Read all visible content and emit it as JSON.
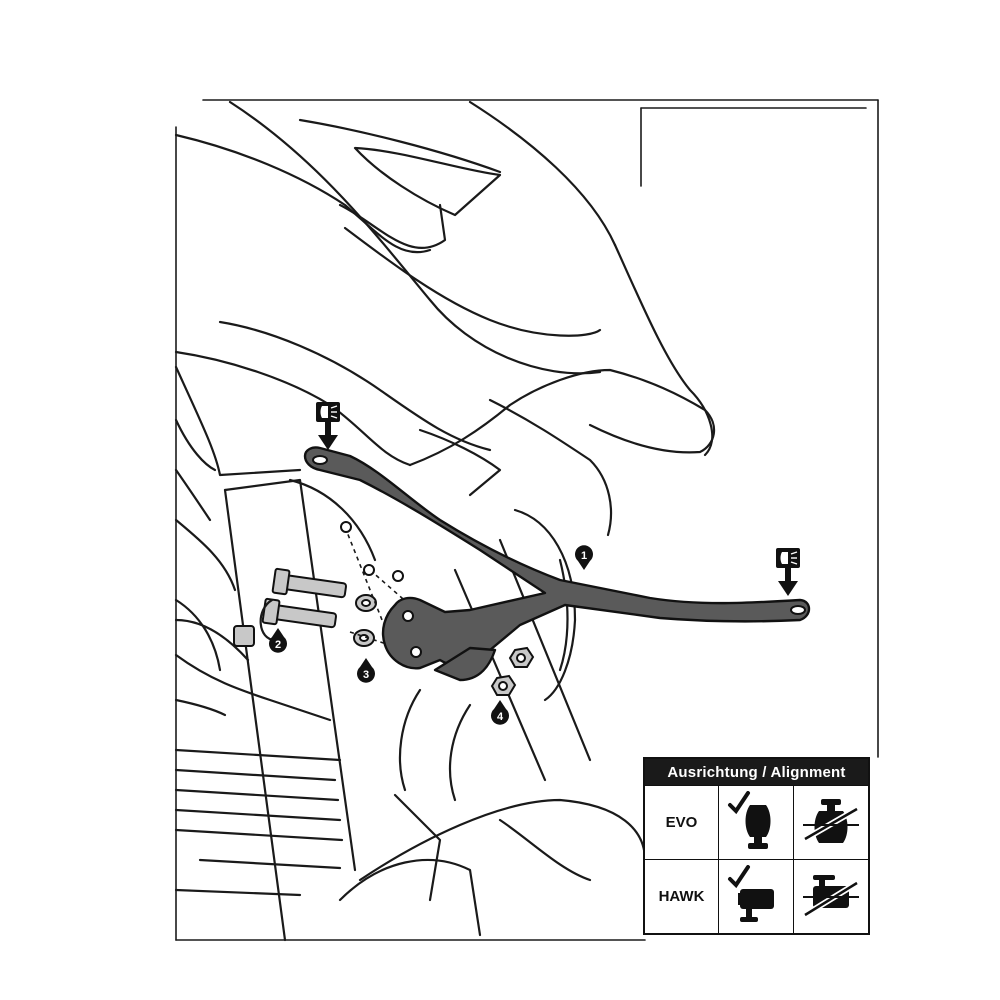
{
  "markers": [
    {
      "number": "1",
      "name": "bracket"
    },
    {
      "number": "2",
      "name": "bolts"
    },
    {
      "number": "3",
      "name": "washers"
    },
    {
      "number": "4",
      "name": "nuts"
    }
  ],
  "icons": [
    "lamp-mount-icon-left",
    "lamp-mount-icon-right"
  ],
  "alignment": {
    "header": "Ausrichtung / Alignment",
    "rows": [
      {
        "label": "EVO",
        "correct_icon": "evo-upright-lamp-icon",
        "wrong_icon": "evo-inverted-lamp-crossed-icon"
      },
      {
        "label": "HAWK",
        "correct_icon": "hawk-horizontal-lamp-icon",
        "wrong_icon": "hawk-inverted-lamp-crossed-icon"
      }
    ]
  }
}
